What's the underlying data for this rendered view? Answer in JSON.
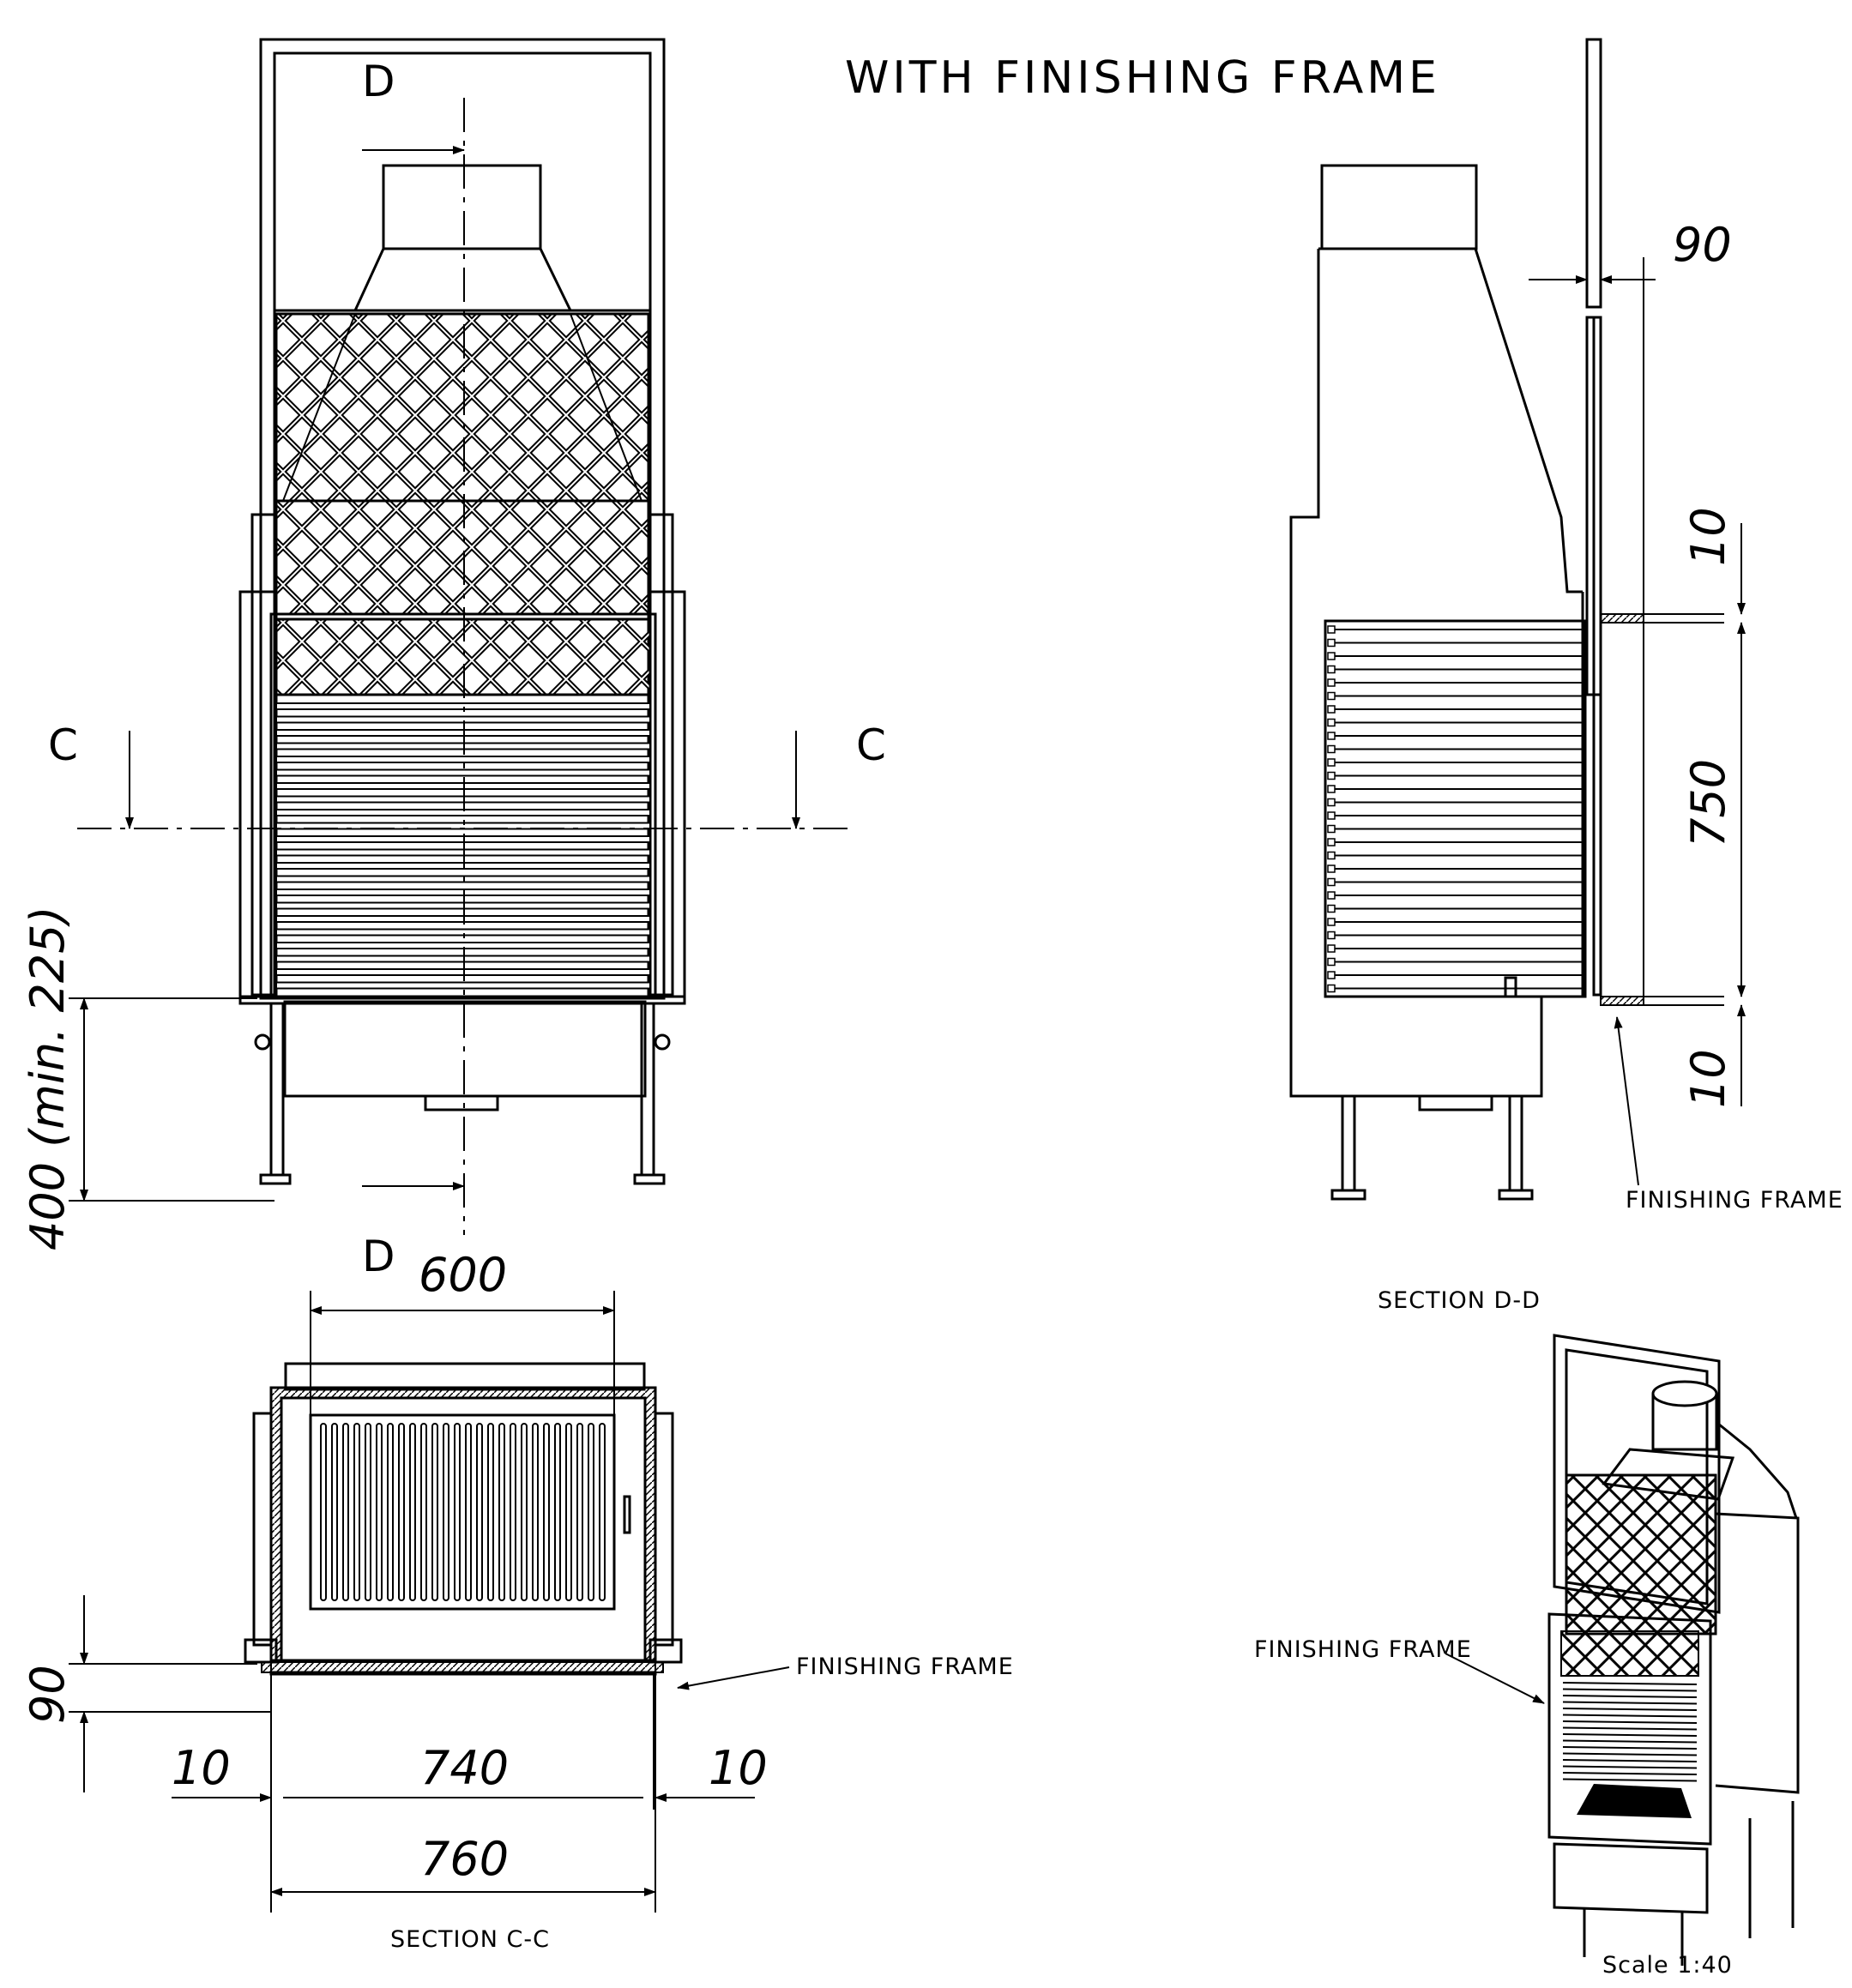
{
  "title": "WITH FINISHING FRAME",
  "section_markers": {
    "d_top": "D",
    "d_bottom": "D",
    "c_left": "C",
    "c_right": "C"
  },
  "dimensions": {
    "front_height": "400 (min. 225)",
    "top_width": "600",
    "depth_90": "90",
    "side_10_left": "10",
    "inner_width": "740",
    "side_10_right": "10",
    "outer_width": "760",
    "dd_frame_90": "90",
    "dd_top_10": "10",
    "dd_opening_750": "750",
    "dd_bottom_10": "10"
  },
  "labels": {
    "finishing_frame_dd": "FINISHING FRAME",
    "section_dd": "SECTION D-D",
    "finishing_frame_cc": "FINISHING FRAME",
    "section_cc": "SECTION C-C",
    "finishing_frame_iso": "FINISHING FRAME",
    "scale": "Scale 1:40"
  }
}
